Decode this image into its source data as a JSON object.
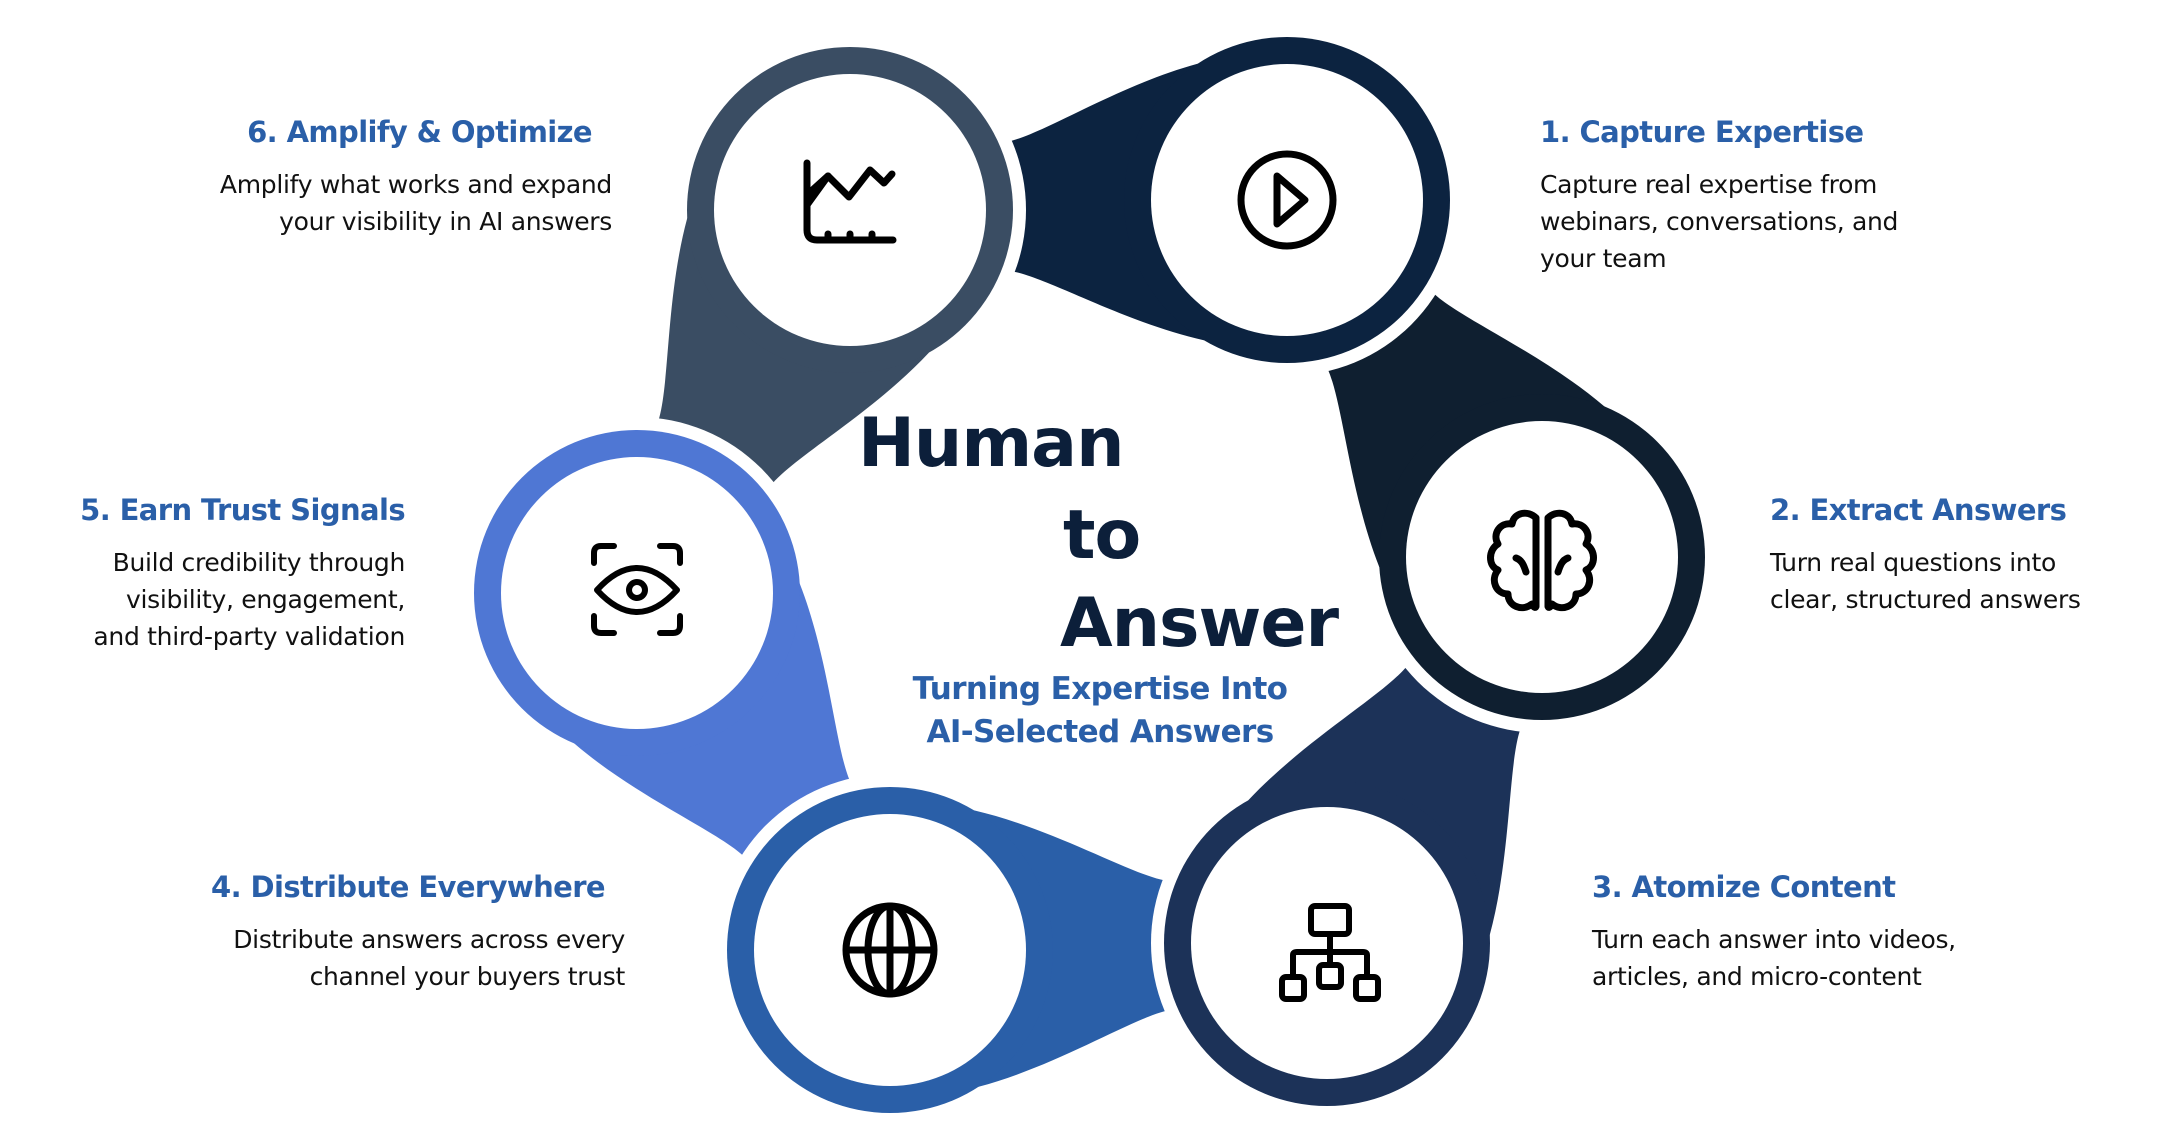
{
  "title": {
    "line1": "Human",
    "line2": "to",
    "line3": "Answer",
    "subtitle_line1": "Turning Expertise Into",
    "subtitle_line2": "AI-Selected Answers"
  },
  "colors": {
    "heading_blue": "#2a5fa8",
    "title_navy": "#0c1f3a",
    "step1_ring": "#0c2340",
    "step2_ring": "#0f1f30",
    "step3_ring": "#1c3258",
    "step4_ring": "#2a5fa8",
    "step5_ring": "#4f77d4",
    "step6_ring": "#3a4d63"
  },
  "steps": [
    {
      "number": 1,
      "heading": "1. Capture Expertise",
      "icon": "play-circle-icon",
      "body": [
        "Capture real expertise from",
        "webinars, conversations, and",
        "your team"
      ]
    },
    {
      "number": 2,
      "heading": "2. Extract Answers",
      "icon": "brain-icon",
      "body": [
        "Turn real questions into",
        "clear, structured answers"
      ]
    },
    {
      "number": 3,
      "heading": "3. Atomize Content",
      "icon": "hierarchy-icon",
      "body": [
        "Turn each answer into videos,",
        "articles, and micro-content"
      ]
    },
    {
      "number": 4,
      "heading": "4. Distribute Everywhere",
      "icon": "globe-icon",
      "body": [
        "Distribute answers across every",
        "channel your buyers trust"
      ]
    },
    {
      "number": 5,
      "heading": "5. Earn Trust Signals",
      "icon": "eye-scan-icon",
      "body": [
        "Build credibility through",
        "visibility, engagement,",
        "and third-party validation"
      ]
    },
    {
      "number": 6,
      "heading": "6. Amplify & Optimize",
      "icon": "line-chart-icon",
      "body": [
        "Amplify what works and expand",
        "your visibility in AI answers"
      ]
    }
  ]
}
